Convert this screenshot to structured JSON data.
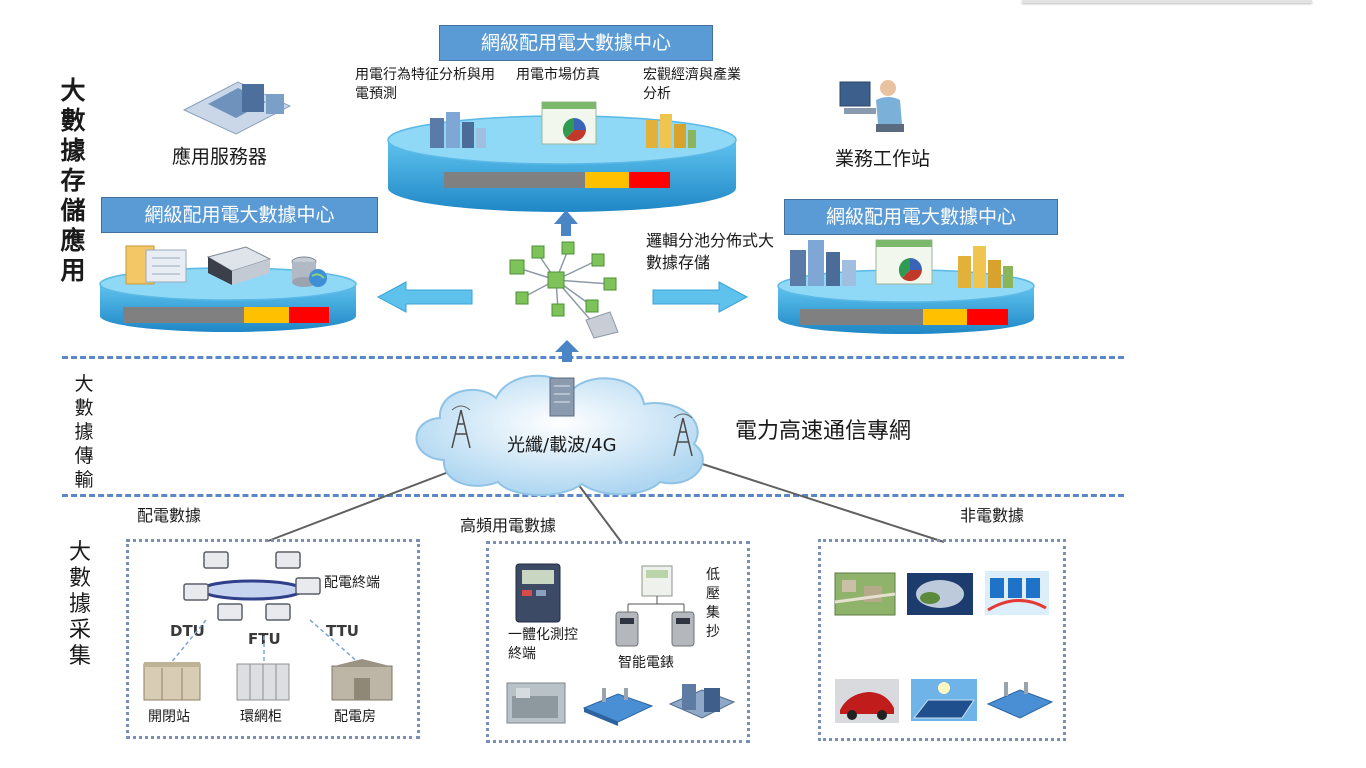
{
  "side_labels": {
    "storage": "大數據存儲應用",
    "transmission": "大數據傳輸",
    "collection": "大數據采集"
  },
  "center_platform": {
    "title": "網級配用電大數據中心",
    "items": [
      "用電行為特征分析與用電預測",
      "用電市場仿真",
      "宏觀經濟與產業分析"
    ]
  },
  "left_platform": {
    "title": "網級配用電大數據中心"
  },
  "right_platform": {
    "title": "網級配用電大數據中心"
  },
  "app_server_label": "應用服務器",
  "workstation_label": "業務工作站",
  "storage_desc": "邏輯分池分佈式大數據存儲",
  "network": {
    "cloud_label": "光纖/載波/4G",
    "net_label": "電力高速通信專網"
  },
  "collection": {
    "distribution": {
      "title": "配電數據",
      "terminal_label": "配電終端",
      "dtu": "DTU",
      "ftu": "FTU",
      "ttu": "TTU",
      "stations": [
        "開閉站",
        "環網柜",
        "配電房"
      ]
    },
    "high_freq": {
      "title": "高頻用電數據",
      "terminal_label": "一體化測控終端",
      "meter_label": "智能電錶",
      "low_voltage_label": "低壓集抄"
    },
    "non_power": {
      "title": "非電數據"
    }
  },
  "colors": {
    "accent_blue": "#5b9bd5",
    "platform_blue": "#3ba3dc",
    "bar_gray": "#808080",
    "bar_yellow": "#ffc000",
    "bar_red": "#ff0000",
    "divider_blue": "#5b87c7"
  }
}
